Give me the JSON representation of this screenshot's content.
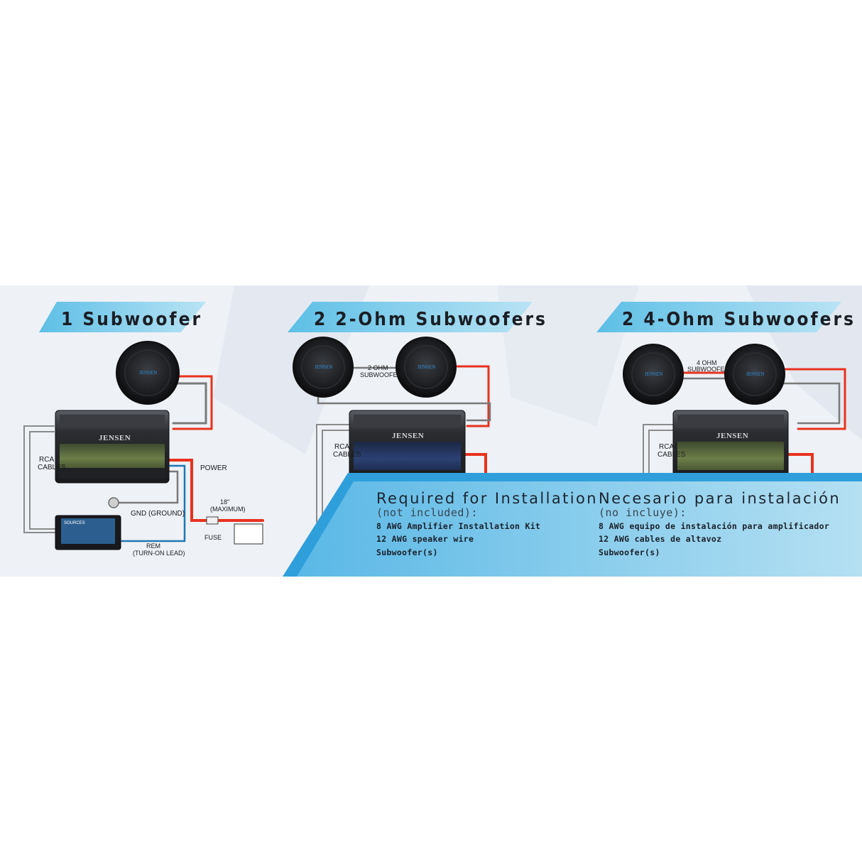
{
  "panels": [
    {
      "title": "1 Subwoofer",
      "amp_brand": "JENSEN",
      "sub_brand": "JENSEN",
      "labels": {
        "rca_1": "RCA",
        "rca_2": "CABLES",
        "power": "POWER",
        "gnd": "GND (GROUND)",
        "max_1": "18\"",
        "max_2": "(MAXIMUM)",
        "fuse": "FUSE",
        "rem_1": "REM",
        "rem_2": "(TURN-ON LEAD)",
        "headunit_screen": "SOURCES"
      }
    },
    {
      "title": "2 2-Ohm Subwoofers",
      "amp_brand": "JENSEN",
      "sub_brand": "JENSEN",
      "labels": {
        "subs_1": "2 OHM",
        "subs_2": "SUBWOOFERS",
        "rca_1": "RCA",
        "rca_2": "CABLES"
      }
    },
    {
      "title": "2 4-Ohm Subwoofers",
      "amp_brand": "JENSEN",
      "sub_brand": "JENSEN",
      "labels": {
        "subs_1": "4 OHM",
        "subs_2": "SUBWOOFERS",
        "rca_1": "RCA",
        "rca_2": "CABLES"
      }
    }
  ],
  "requirements": {
    "english": {
      "heading": "Required for Installation",
      "subheading": "(not included):",
      "items": [
        "8 AWG Amplifier Installation Kit",
        "12 AWG speaker wire",
        "Subwoofer(s)"
      ]
    },
    "spanish": {
      "heading": "Necesario para instalación",
      "subheading": "(no incluye):",
      "items": [
        "8 AWG equipo de instalación para amplificador",
        "12 AWG cables de altavoz",
        "Subwoofer(s)"
      ]
    }
  },
  "colors": {
    "title_banner": "#6cc6e8",
    "footer_banner": "#2f9fdc",
    "footer_inner": "#a8d8ee",
    "power_wire": "#e8321e",
    "remote_wire": "#1f78b4",
    "ground_wire": "#7a7a7a",
    "amp_green_panel": "#5a6b3e",
    "amp_blue_panel": "#253a63"
  }
}
